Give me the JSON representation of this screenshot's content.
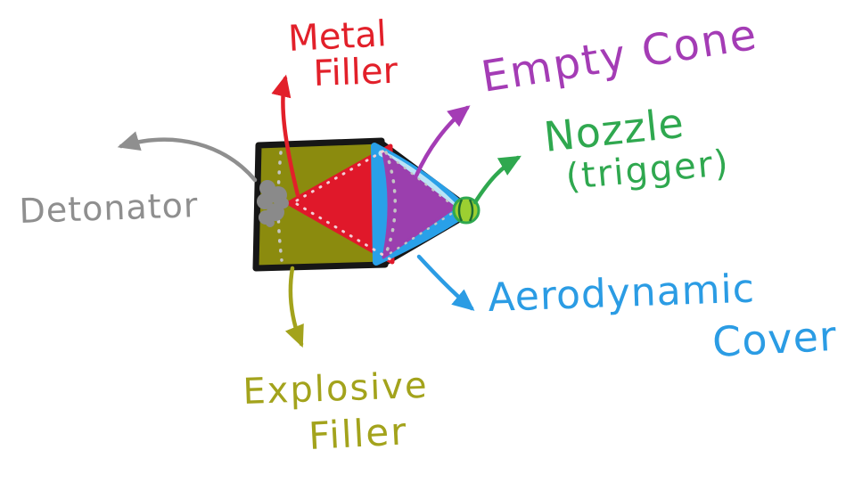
{
  "page": {
    "background": "#ffffff"
  },
  "diagram": {
    "labels": {
      "detonator": {
        "text": "Detonator",
        "color": "#8f8f8f"
      },
      "metal_filler": {
        "line1": "Metal",
        "line2": "Filler",
        "color": "#e2202a"
      },
      "empty_cone": {
        "text": "Empty Cone",
        "color": "#a43cb5"
      },
      "nozzle": {
        "line1": "Nozzle",
        "line2": "(trigger)",
        "color": "#2fa84f"
      },
      "aerodynamic_cover": {
        "line1": "Aerodynamic",
        "line2": "Cover",
        "color": "#2b9ce4"
      },
      "explosive_filler": {
        "line1": "Explosive",
        "line2": "Filler",
        "color": "#a3a31c"
      }
    },
    "parts": {
      "body_fill": "#8b8b0e",
      "outline": "#161616",
      "cover_fill": "#29a0e8",
      "cover_highlight": "#b9e4f6",
      "cone_fill": "#9b3fae",
      "liner_fill": "#e0182a",
      "detonator_fill": "#8a8a8a",
      "nozzle_fill": "#9ccf31",
      "nozzle_rim": "#2fa84f",
      "nozzle_detail": "#1d6b31",
      "dash_color": "#c4c4c4",
      "inner_dash": "#f3cfd6"
    }
  }
}
